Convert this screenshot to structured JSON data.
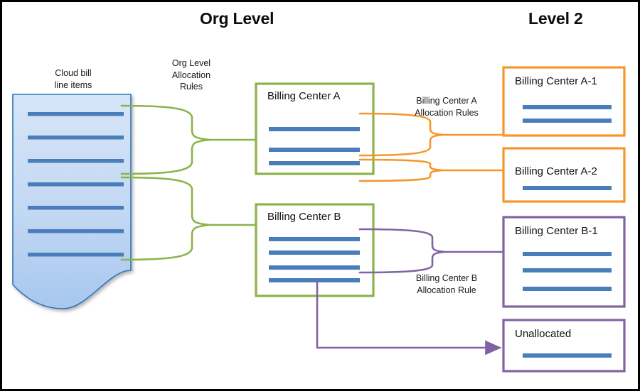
{
  "headers": {
    "org_level": "Org Level",
    "level_2": "Level 2"
  },
  "captions": {
    "cloud_bill": "Cloud bill\nline items",
    "org_rules": "Org Level\nAllocation\nRules",
    "bc_a_rules": "Billing Center A\nAllocation Rules",
    "bc_b_rules": "Billing Center B\nAllocation Rule"
  },
  "nodes": {
    "cloud_bill": {
      "label": "Cloud bill line items",
      "line_count": 7,
      "fill": "#bdd7ee",
      "stroke": "#2e75b6"
    },
    "billing_center_a": {
      "title": "Billing Center  A",
      "line_count": 3,
      "stroke": "#8cb34a"
    },
    "billing_center_b": {
      "title": "Billing Center  B",
      "line_count": 4,
      "stroke": "#8cb34a"
    },
    "billing_center_a1": {
      "title": "Billing Center  A-1",
      "line_count": 2,
      "stroke": "#f5962a"
    },
    "billing_center_a2": {
      "title": "Billing Center  A-2",
      "line_count": 1,
      "stroke": "#f5962a"
    },
    "billing_center_b1": {
      "title": "Billing Center  B-1",
      "line_count": 3,
      "stroke": "#8064a2"
    },
    "unallocated": {
      "title": "Unallocated",
      "line_count": 1,
      "stroke": "#8064a2"
    }
  },
  "colors": {
    "green_connector": "#8cb34a",
    "orange_connector": "#f5962a",
    "purple_connector": "#8064a2",
    "line_item_blue": "#4a7ebb",
    "doc_fill_top": "#cfe0f5",
    "doc_fill_bottom": "#a9c9ef",
    "doc_stroke": "#2e75b6",
    "page_border": "#000000",
    "text": "#1a1a1a"
  }
}
